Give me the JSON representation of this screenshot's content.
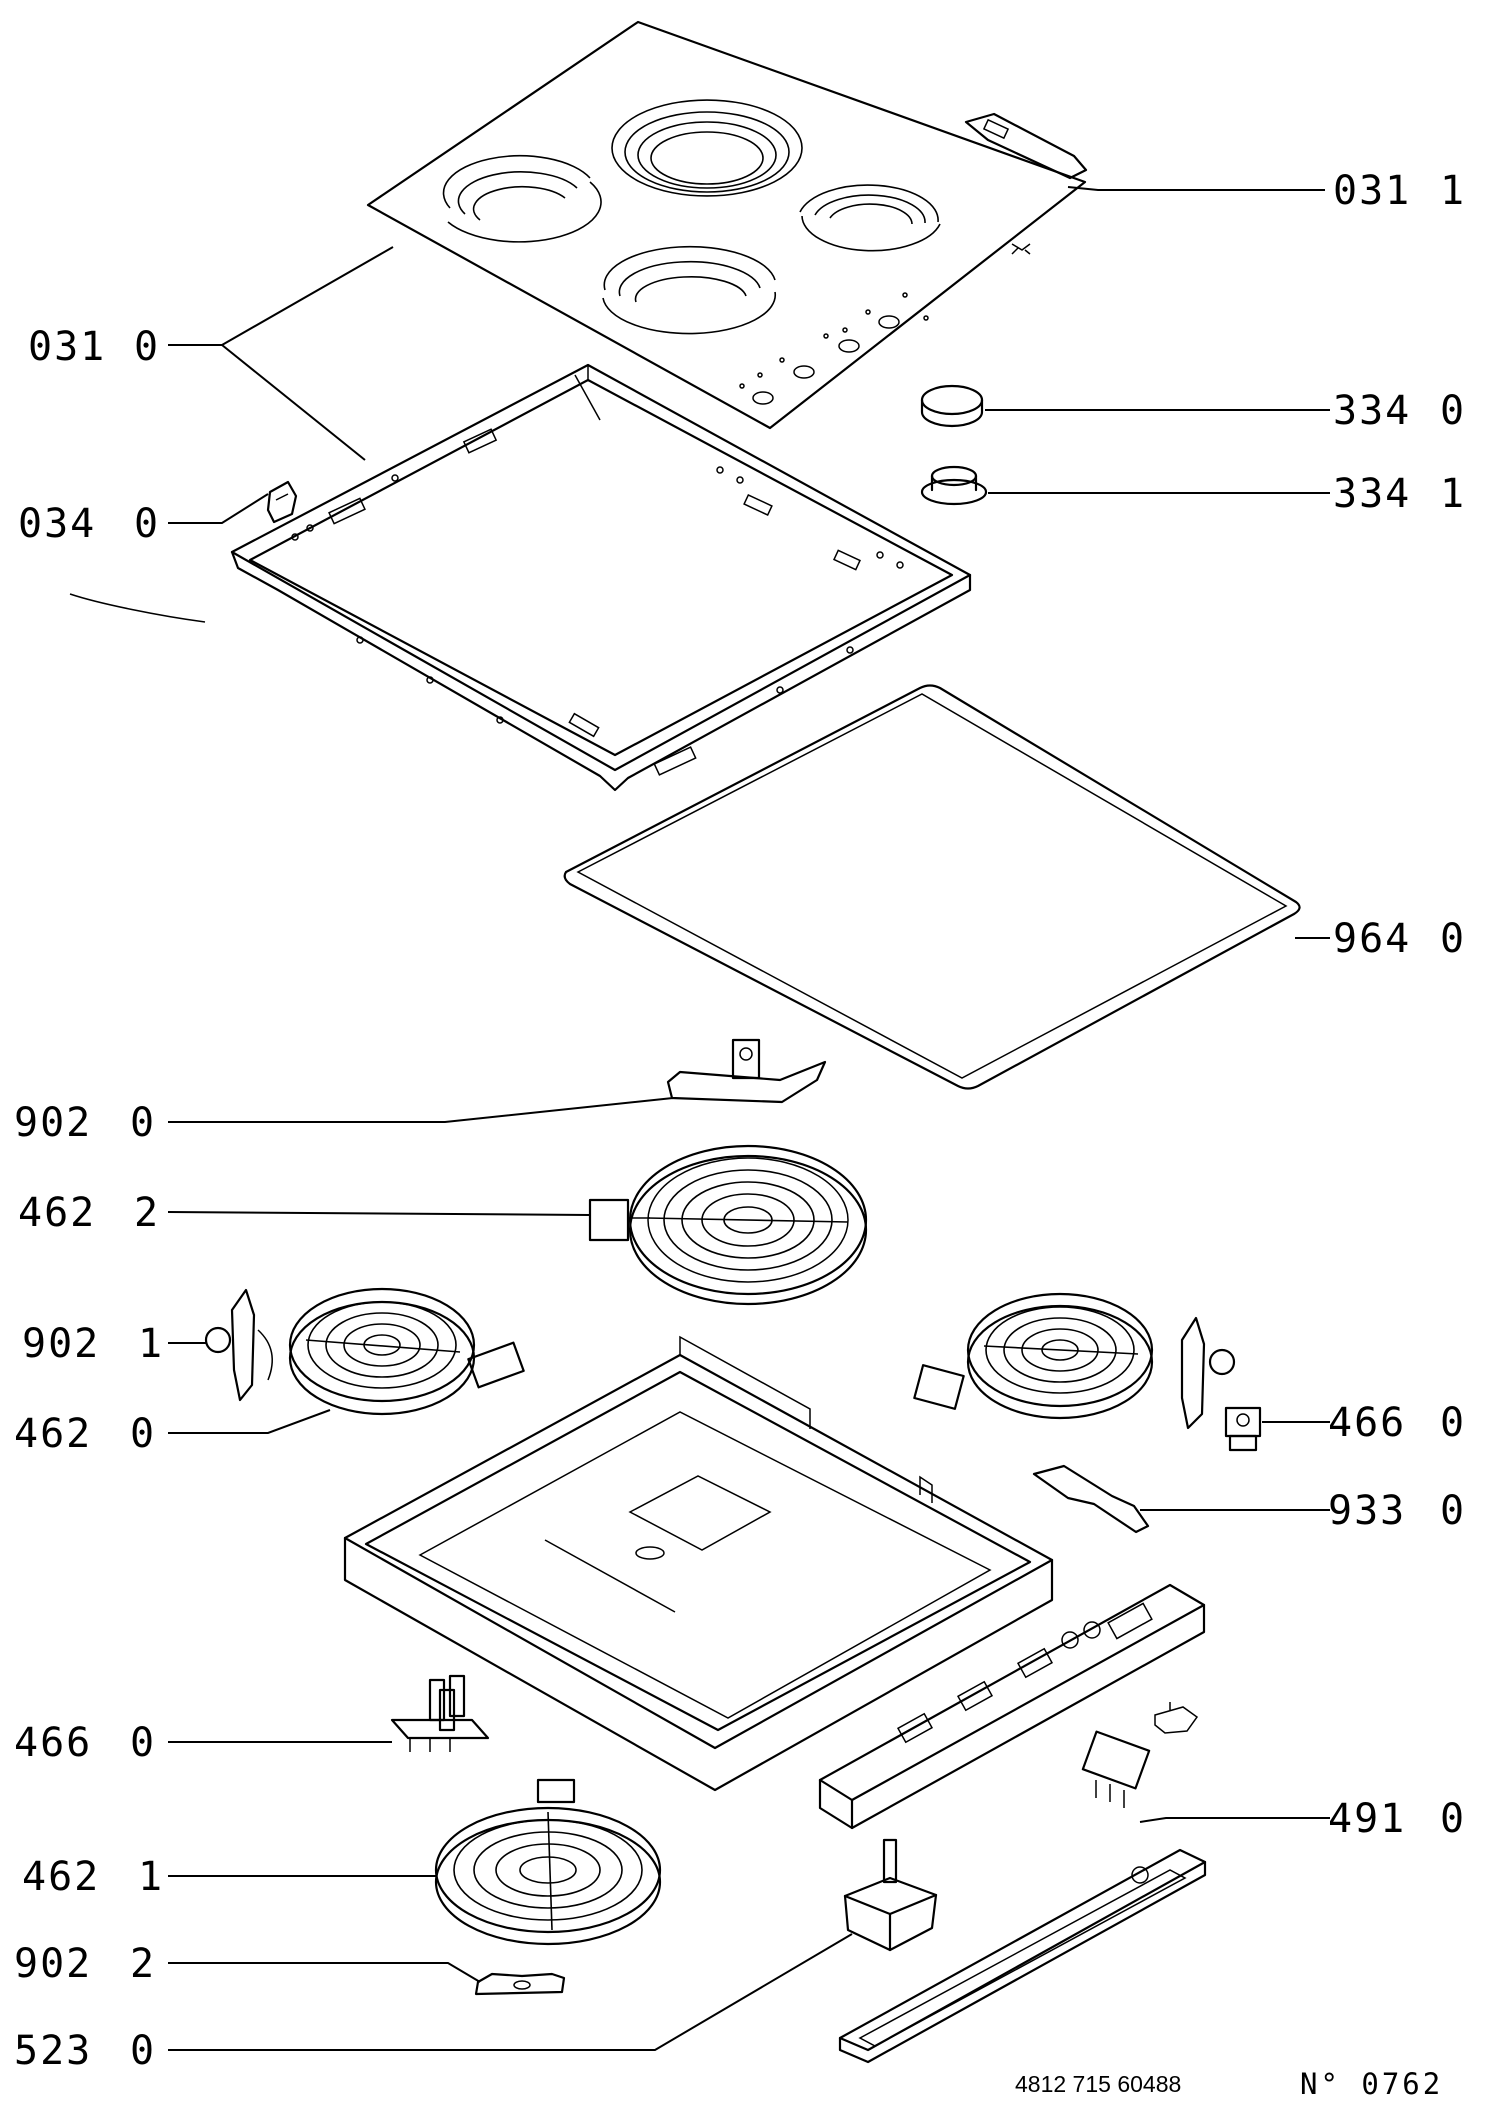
{
  "callouts": [
    {
      "id": "031-1",
      "code": "031",
      "variant": "1"
    },
    {
      "id": "031-0",
      "code": "031",
      "variant": "0"
    },
    {
      "id": "334-0",
      "code": "334",
      "variant": "0"
    },
    {
      "id": "334-1",
      "code": "334",
      "variant": "1"
    },
    {
      "id": "034-0",
      "code": "034",
      "variant": "0"
    },
    {
      "id": "964-0",
      "code": "964",
      "variant": "0"
    },
    {
      "id": "902-0",
      "code": "902",
      "variant": "0"
    },
    {
      "id": "462-2",
      "code": "462",
      "variant": "2"
    },
    {
      "id": "902-1",
      "code": "902",
      "variant": "1"
    },
    {
      "id": "462-0",
      "code": "462",
      "variant": "0"
    },
    {
      "id": "466-0-right",
      "code": "466",
      "variant": "0"
    },
    {
      "id": "933-0",
      "code": "933",
      "variant": "0"
    },
    {
      "id": "466-0-left",
      "code": "466",
      "variant": "0"
    },
    {
      "id": "491-0",
      "code": "491",
      "variant": "0"
    },
    {
      "id": "462-1",
      "code": "462",
      "variant": "1"
    },
    {
      "id": "902-2",
      "code": "902",
      "variant": "2"
    },
    {
      "id": "523-0",
      "code": "523",
      "variant": "0"
    }
  ],
  "footer": {
    "part_number": "4812 715 60488",
    "drawing_number": "N° 0762"
  }
}
